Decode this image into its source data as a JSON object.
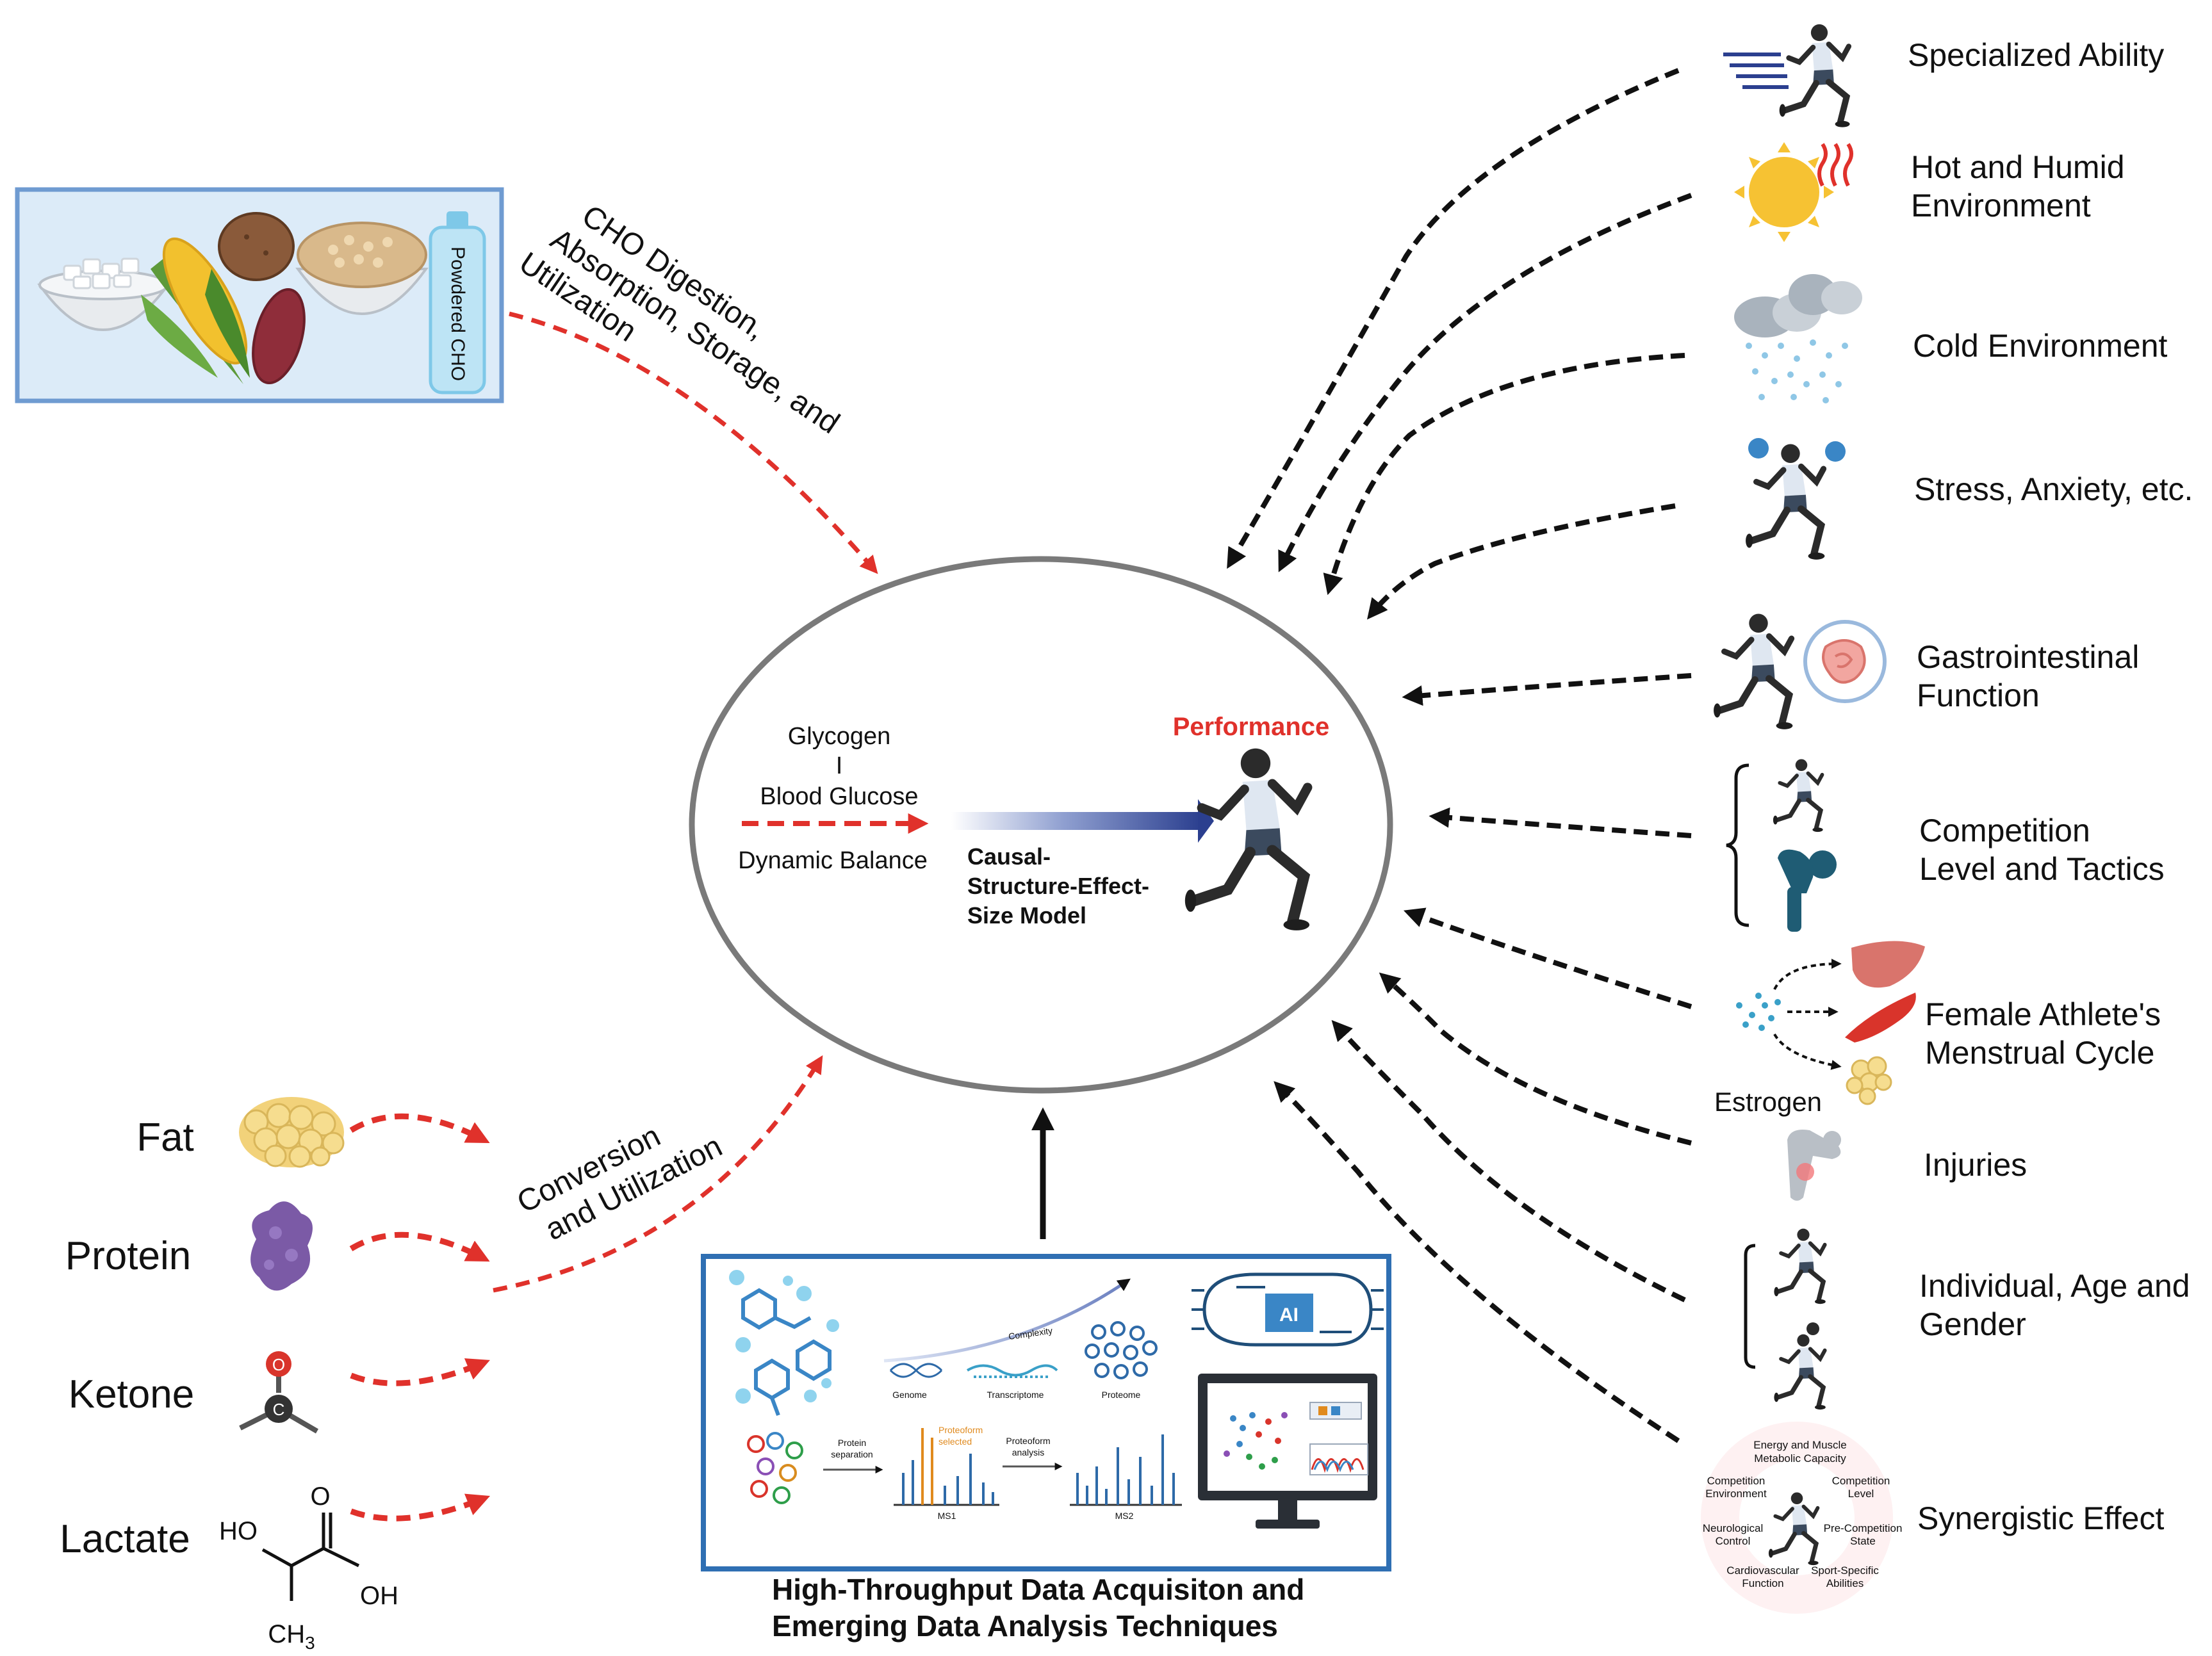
{
  "colors": {
    "red_arrow": "#e0312b",
    "black_arrow": "#111111",
    "ellipse_stroke": "#7a7a7a",
    "box_stroke": "#2f6fb3",
    "food_box_fill": "#dcebf8",
    "food_box_stroke": "#6f9bd1",
    "performance_red": "#e0312b",
    "causal_arrow_dark": "#2b3f8f"
  },
  "food_box": {
    "bottle_label": "Powdered CHO"
  },
  "cho_label": [
    "CHO Digestion,",
    "Absorption, Storage, and",
    "Utilization"
  ],
  "center": {
    "glycogen": "Glycogen",
    "divider": "I",
    "blood_glucose": "Blood Glucose",
    "dynamic_balance": "Dynamic Balance",
    "performance": "Performance",
    "model_lines": [
      "Causal-",
      "Structure-Effect-",
      "Size Model"
    ]
  },
  "substrates": [
    "Fat",
    "Protein",
    "Ketone",
    "Lactate"
  ],
  "conversion_label": [
    "Conversion",
    "and Utilization"
  ],
  "lactate_structure": {
    "ho": "HO",
    "o": "O",
    "oh": "OH",
    "ch3": "CH",
    "ch3_sub": "3"
  },
  "ketone_atoms": {
    "o": "O",
    "c": "C"
  },
  "tech_box": {
    "title_lines": [
      "High-Throughput Data Acquisiton and",
      "Emerging Data Analysis Techniques"
    ],
    "complexity": "Complexity",
    "genome": "Genome",
    "transcriptome": "Transcriptome",
    "proteome": "Proteome",
    "protein_sep": [
      "Protein",
      "separation"
    ],
    "proteoform_selected": [
      "Proteoform",
      "selected"
    ],
    "proteoform_analysis": [
      "Proteoform",
      "analysis"
    ],
    "ms1": "MS1",
    "ms2": "MS2",
    "ai": "AI"
  },
  "factors": [
    {
      "lines": [
        "Specialized Ability"
      ]
    },
    {
      "lines": [
        "Hot and Humid",
        "Environment"
      ]
    },
    {
      "lines": [
        "Cold Environment"
      ]
    },
    {
      "lines": [
        "Stress, Anxiety, etc."
      ]
    },
    {
      "lines": [
        "Gastrointestinal",
        "Function"
      ]
    },
    {
      "lines": [
        "Competition",
        "Level and Tactics"
      ]
    },
    {
      "lines": [
        "Female Athlete's",
        "Menstrual Cycle"
      ]
    },
    {
      "lines": [
        "Injuries"
      ]
    },
    {
      "lines": [
        "Individual, Age and",
        "Gender"
      ]
    },
    {
      "lines": [
        "Synergistic Effect"
      ]
    }
  ],
  "estrogen_label": "Estrogen",
  "synergy_wheel": [
    [
      "Energy and Muscle",
      "Metabolic Capacity"
    ],
    [
      "Competition",
      "Level"
    ],
    [
      "Pre-Competition",
      "State"
    ],
    [
      "Sport-Specific",
      "Abilities"
    ],
    [
      "Cardiovascular",
      "Function"
    ],
    [
      "Neurological",
      "Control"
    ],
    [
      "Competition",
      "Environment"
    ]
  ]
}
